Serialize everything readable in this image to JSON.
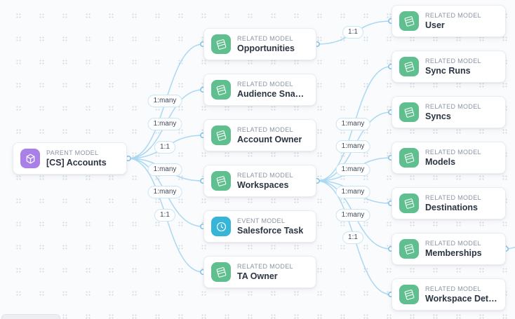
{
  "graph": {
    "parent_node": {
      "type_label": "PARENT MODEL",
      "name": "[CS] Accounts",
      "kind": "parent",
      "icon": "cube-icon"
    },
    "middle_nodes": [
      {
        "type_label": "RELATED MODEL",
        "name": "Opportunities",
        "kind": "related",
        "icon": "stack-icon"
      },
      {
        "type_label": "RELATED MODEL",
        "name": "Audience Snapshot",
        "kind": "related",
        "icon": "stack-icon"
      },
      {
        "type_label": "RELATED MODEL",
        "name": "Account Owner",
        "kind": "related",
        "icon": "stack-icon"
      },
      {
        "type_label": "RELATED MODEL",
        "name": "Workspaces",
        "kind": "related",
        "icon": "stack-icon"
      },
      {
        "type_label": "EVENT MODEL",
        "name": "Salesforce Task",
        "kind": "event",
        "icon": "clock-icon"
      },
      {
        "type_label": "RELATED MODEL",
        "name": "TA Owner",
        "kind": "related",
        "icon": "stack-icon"
      }
    ],
    "right_nodes": [
      {
        "type_label": "RELATED MODEL",
        "name": "User",
        "kind": "related",
        "icon": "stack-icon"
      },
      {
        "type_label": "RELATED MODEL",
        "name": "Sync Runs",
        "kind": "related",
        "icon": "stack-icon"
      },
      {
        "type_label": "RELATED MODEL",
        "name": "Syncs",
        "kind": "related",
        "icon": "stack-icon"
      },
      {
        "type_label": "RELATED MODEL",
        "name": "Models",
        "kind": "related",
        "icon": "stack-icon"
      },
      {
        "type_label": "RELATED MODEL",
        "name": "Destinations",
        "kind": "related",
        "icon": "stack-icon"
      },
      {
        "type_label": "RELATED MODEL",
        "name": "Memberships",
        "kind": "related",
        "icon": "stack-icon"
      },
      {
        "type_label": "RELATED MODEL",
        "name": "Workspace Details",
        "kind": "related",
        "icon": "stack-icon"
      }
    ],
    "left_edge_labels": [
      {
        "label": "1:many"
      },
      {
        "label": "1:many"
      },
      {
        "label": "1:1"
      },
      {
        "label": "1:many"
      },
      {
        "label": "1:many"
      },
      {
        "label": "1:1"
      }
    ],
    "right_edge_labels": [
      {
        "label": "1:1"
      },
      {
        "label": "1:many"
      },
      {
        "label": "1:many"
      },
      {
        "label": "1:many"
      },
      {
        "label": "1:many"
      },
      {
        "label": "1:many"
      },
      {
        "label": "1:1"
      }
    ]
  },
  "colors": {
    "parent_icon": "#a97fe8",
    "related_icon": "#5fbf8f",
    "event_icon": "#36b5d9",
    "edge": "#abd8f0",
    "handle_border": "#7cc3ea",
    "canvas_bg": "#fafbfd"
  }
}
